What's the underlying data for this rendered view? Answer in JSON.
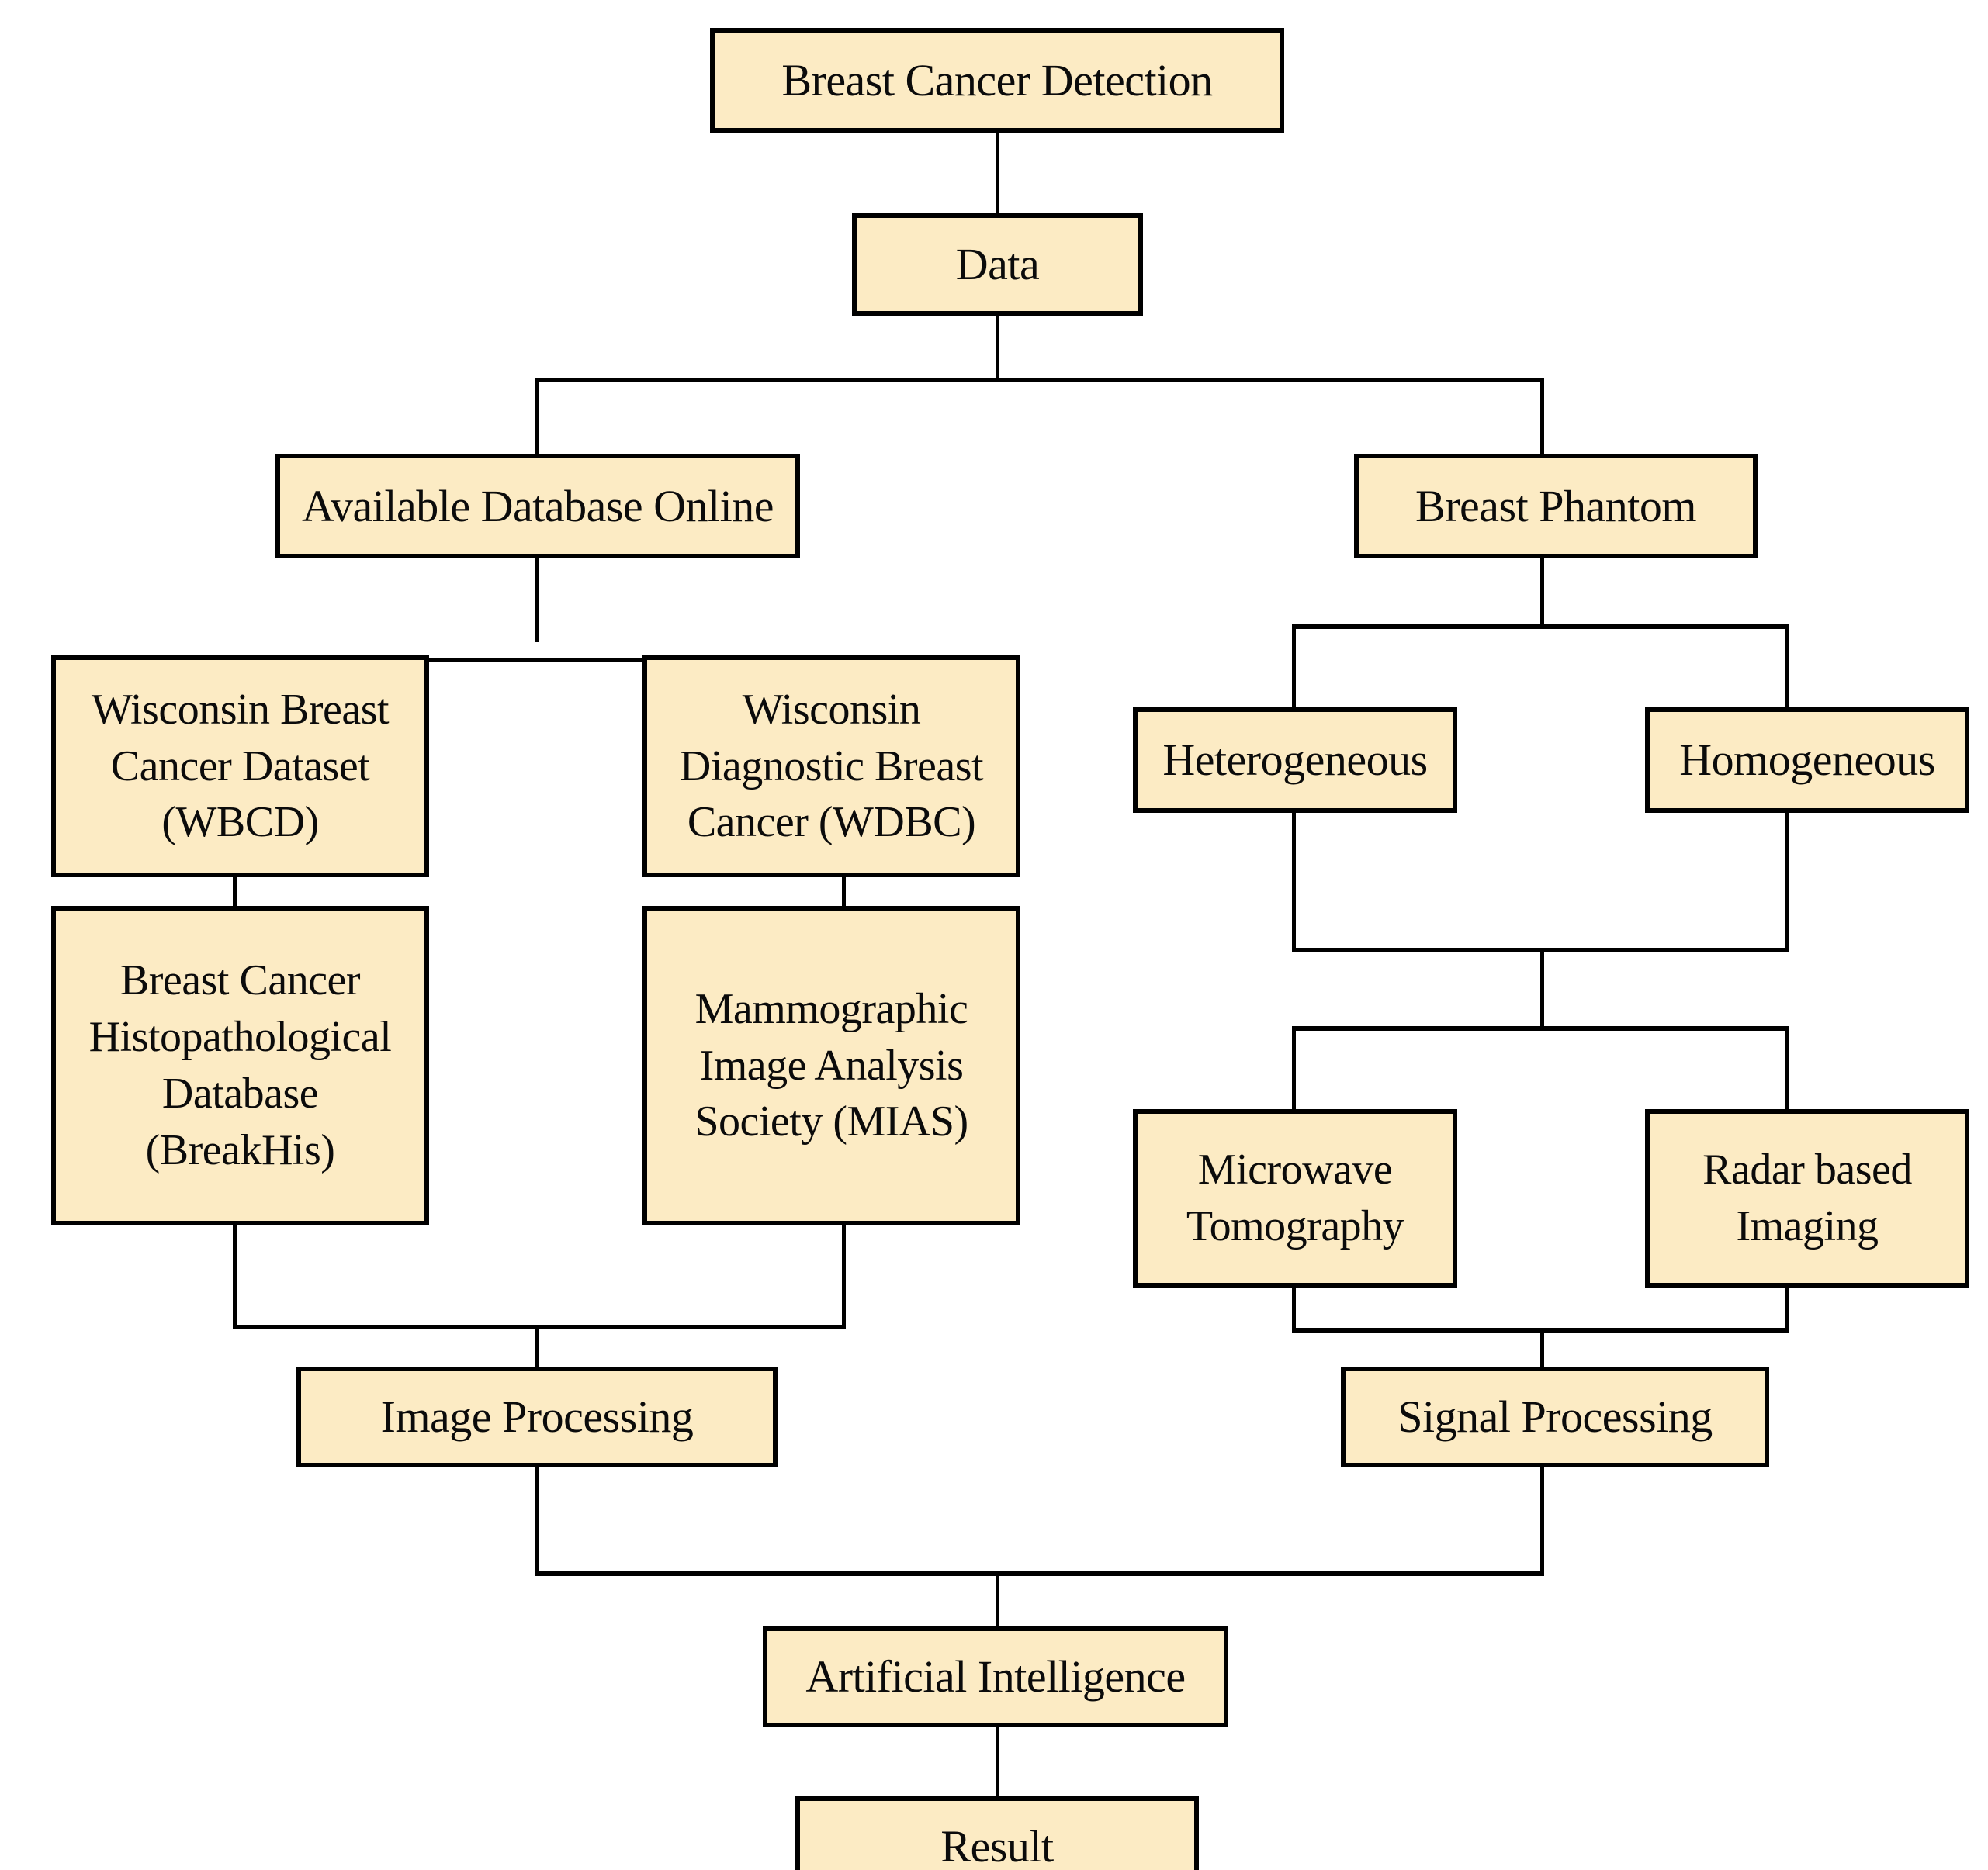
{
  "diagram": {
    "title": "Breast Cancer Detection flowchart",
    "colors": {
      "node_fill": "#FCEBC4",
      "node_border": "#000000",
      "connector": "#000000",
      "background": "#FFFFFF"
    },
    "nodes": {
      "root": "Breast Cancer Detection",
      "data": "Data",
      "available_database_online": "Available Database Online",
      "breast_phantom": "Breast Phantom",
      "wbcd": "Wisconsin Breast\nCancer Dataset\n(WBCD)",
      "wdbc": "Wisconsin\nDiagnostic Breast\nCancer (WDBC)",
      "breakhis": "Breast Cancer\nHistopathological\nDatabase\n(BreakHis)",
      "mias": "Mammographic\nImage Analysis\nSociety (MIAS)",
      "heterogeneous": "Heterogeneous",
      "homogeneous": "Homogeneous",
      "microwave_tomography": "Microwave\nTomography",
      "radar_based_imaging": "Radar based\nImaging",
      "image_processing": "Image Processing",
      "signal_processing": "Signal Processing",
      "artificial_intelligence": "Artificial Intelligence",
      "result": "Result"
    },
    "edges": [
      {
        "from": "root",
        "to": "data"
      },
      {
        "from": "data",
        "to": "available_database_online"
      },
      {
        "from": "data",
        "to": "breast_phantom"
      },
      {
        "from": "available_database_online",
        "to": "wbcd"
      },
      {
        "from": "available_database_online",
        "to": "wdbc"
      },
      {
        "from": "wbcd",
        "to": "breakhis"
      },
      {
        "from": "wdbc",
        "to": "mias"
      },
      {
        "from": "breakhis",
        "to": "image_processing"
      },
      {
        "from": "mias",
        "to": "image_processing"
      },
      {
        "from": "breast_phantom",
        "to": "heterogeneous"
      },
      {
        "from": "breast_phantom",
        "to": "homogeneous"
      },
      {
        "from": "heterogeneous",
        "to": "microwave_tomography"
      },
      {
        "from": "homogeneous",
        "to": "radar_based_imaging"
      },
      {
        "from": "microwave_tomography",
        "to": "signal_processing"
      },
      {
        "from": "radar_based_imaging",
        "to": "signal_processing"
      },
      {
        "from": "image_processing",
        "to": "artificial_intelligence"
      },
      {
        "from": "signal_processing",
        "to": "artificial_intelligence"
      },
      {
        "from": "artificial_intelligence",
        "to": "result"
      }
    ]
  }
}
